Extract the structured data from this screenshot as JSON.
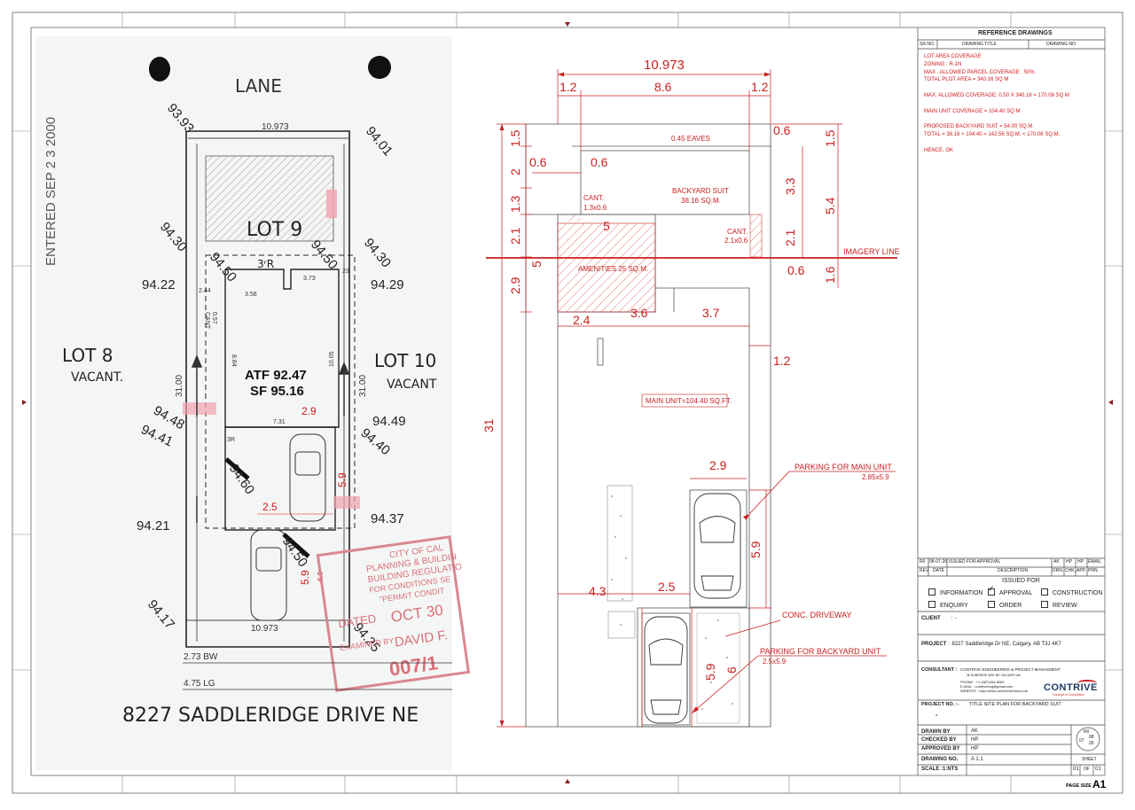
{
  "survey": {
    "lane": "LANE",
    "lot9": "LOT 9",
    "lot8": "LOT 8",
    "lot8_sub": "VACANT.",
    "lot10": "LOT 10",
    "lot10_sub": "VACANT",
    "atf": "ATF 92.47",
    "sf": "SF 95.16",
    "address": "8227 SADDLERIDGE DRIVE NE",
    "entered_stamp": "ENTERED SEP 2 3 2000",
    "stamp_lines": [
      "CITY OF CAL",
      "PLANNING & BUILDIN",
      "BUILDING REGULATIO",
      "FOR CONDITIONS SE",
      "\"PERMIT CONDIT"
    ],
    "dated": "DATED",
    "stamp_date": "OCT 30",
    "examined": "EXAMINED BY",
    "examiner": "DAVID F.",
    "permit_no": "007/1",
    "bw": "2.73 BW",
    "lg": "4.75 LG",
    "width_top": "10.973",
    "width_bottom": "10.973",
    "side_dim": "31.00",
    "elev": {
      "tl": "93.93",
      "tr": "94.01",
      "a": "94.30",
      "b": "94.50",
      "c": "94.50",
      "d": "94.30",
      "e": "94.22",
      "f": "94.29",
      "g": "94.48",
      "h": "94.41",
      "i": "94.49",
      "j": "94.40",
      "k": "94.21",
      "l": "94.37",
      "m": "94.60",
      "n": "94.50",
      "o": "94.17",
      "p": "94.25"
    },
    "small": {
      "d244": "2.44",
      "d358": "3.58",
      "d373": "3.73",
      "d731": "7.31",
      "d884": "8.84",
      "d1005": "10.05",
      "d057": "0.57",
      "cant": "CANT",
      "d3R": "3R",
      "d3k": "3ʳR",
      "d23": "23"
    },
    "red": {
      "w29": "2.9",
      "w25": "2.5",
      "h59a": "5.9",
      "h59b": "5.9",
      "h60": "6.0"
    }
  },
  "plan": {
    "top_width": "10.973",
    "sub": {
      "a": "1.2",
      "b": "8.6",
      "c": "1.2"
    },
    "left_dims": {
      "d15": "1.5",
      "d2": "2",
      "d13": "1.3",
      "d21": "2.1",
      "d29": "2.9",
      "d5": "5"
    },
    "right_dims": {
      "d06": "0.6",
      "d15": "1.5",
      "d33": "3.3",
      "d54": "5.4",
      "d21": "2.1",
      "d16": "1.6",
      "d06b": "0.6",
      "d12": "1.2"
    },
    "eaves": "0.45 EAVES",
    "inner": {
      "a": "0.6",
      "b": "0.6"
    },
    "cant_left": "CANT.",
    "cant_left_sz": "1.3x0.6",
    "backyard": "BACKYARD SUIT",
    "backyard_area": "38.16 SQ.M.",
    "cant_right": "CANT.",
    "cant_right_sz": "2.1x0.6",
    "five": "5",
    "imagery": "IMAGERY LINE",
    "amenities": "AMENITIES 25 SQ.M.",
    "bottom": {
      "a": "2.4",
      "b": "3.6",
      "c": "3.7"
    },
    "total_depth": "31",
    "main_unit": "MAIN UNIT=104.40 SQ.FT.",
    "park_w": "2.9",
    "park_main": "PARKING FOR MAIN UNIT",
    "park_main_sz": "2.85x5.9",
    "park_h": "5.9",
    "d43": "4.3",
    "d25": "2.5",
    "driveway": "CONC. DRIVEWAY",
    "park_back": "PARKING FOR BACKYARD UNIT",
    "park_back_sz": "2.5x5.9",
    "d59": "5.9",
    "d6": "6"
  },
  "titleblock": {
    "ref_title": "REFERENCE DRAWINGS",
    "ref_cols": [
      "SR.NO.",
      "DRAWING TITLE",
      "DRAWING NO."
    ],
    "notes": [
      "LOT AREA COVERAGE",
      "ZONING : R-1N",
      "MAX . ALLOWED PARCEL COVERAGE : 50%",
      "TOTAL PLOT AREA = 340.16 SQ M",
      "",
      "MAX. ALLOWED COVERAGE: 0.50 X 340.16 = 170.08 SQ M",
      "",
      "MAIN UNIT COVERAGE = 104.40 SQ M",
      "",
      "PROPOSED BACKYARD SUIT = 54.00 SQ.M.",
      "TOTAL = 38.16 + 104.40 = 142.56 SQ.M. < 170.08 SQ.M.",
      "",
      "HENCE, OK"
    ],
    "rev": {
      "r": "R0",
      "date": "08-07-26",
      "desc": "ISSUED FOR APPROVAL",
      "drn": "AK",
      "chk": "HP",
      "app": "HP",
      "prn": "EMAIL"
    },
    "rev_head": [
      "REV.",
      "DATE",
      "DESCRIPTION",
      "DRN.",
      "CHK.",
      "APP.",
      "PRN."
    ],
    "issued_for": "ISSUED FOR",
    "issue_opts": [
      "INFORMATION",
      "APPROVAL",
      "CONSTRUCTION",
      "ENQUIRY",
      "ORDER",
      "REVIEW"
    ],
    "client_label": "CLIENT",
    "client_val": ":   -",
    "project_label": "PROJECT",
    "project_val": ":   8227 Saddleridge Dr NE, Calgary, AB T3J 4K7",
    "consultant_label": "CONSULTANT :",
    "consultant_val": "CONTRIVE ENGINEERING & PROJECT MANAGMENT",
    "consultant_addr": "46 SUNRIDGE WAY NE CALGARY AB",
    "phone": "PHONE    :  +1 (587)434-5060",
    "email": "E-MAIL   :  contriveeng@gmail.com",
    "website": "WEBSITE :  http://www.contriveservices.ca/",
    "logo_word": "CONTRIVE",
    "logo_tag": "Concept to Completion",
    "projno_label": "PROJECT NO. :-",
    "projno_val": "-",
    "title_label": "TITLE :-",
    "title_val": "SITE PLAN FOR BACKYARD SUIT",
    "drawn_label": "DRAWN BY",
    "drawn_val": "AK",
    "checked_label": "CHECKED BY",
    "checked_val": "HP",
    "approved_label": "APPROVED BY",
    "approved_val": "HP",
    "drawno_label": "DRAWING NO.",
    "drawno_val": "A 1.1",
    "scale_label": "SCALE :1:NTS",
    "stamp_r": "R0",
    "stamp_d1": "07",
    "stamp_d2": "08",
    "stamp_d3": "26",
    "sheet_label": "SHEET",
    "sheet_a": "01",
    "sheet_of": "OF",
    "sheet_b": "01",
    "page_size": "PAGE SIZE",
    "page_val": "A1"
  }
}
